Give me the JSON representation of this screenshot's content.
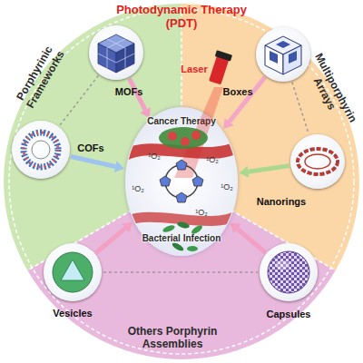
{
  "diagram": {
    "title": "Photodynamic Therapy (PDT)",
    "nodes": [
      {
        "text": [
          "Porphyrinic Frameworks"
        ]
      },
      {
        "text": [
          "MOFs"
        ],
        "in": 0
      },
      {
        "text": [
          "COFs"
        ],
        "in": 0
      },
      {
        "text": [
          "Multiporphyrin Arrays"
        ]
      },
      {
        "text": [
          "Boxes"
        ],
        "in": 3
      },
      {
        "text": [
          "Nanorings"
        ],
        "in": 3
      },
      {
        "text": [
          "Cancer Therapy",
          "Bacterial Infection"
        ]
      },
      {
        "text": [
          "Others Porphyrin Assemblies"
        ]
      },
      {
        "text": [
          "Vesicles"
        ],
        "in": 7
      },
      {
        "text": [
          "Capsules"
        ],
        "in": 7
      }
    ],
    "edges": [
      {
        "from": 1,
        "to": 6,
        "arrow": "to"
      },
      {
        "from": 2,
        "to": 6,
        "arrow": "to"
      },
      {
        "from": 4,
        "to": 6,
        "arrow": "to"
      },
      {
        "from": 5,
        "to": 6,
        "arrow": "to"
      },
      {
        "from": 8,
        "to": 6,
        "arrow": "to"
      },
      {
        "from": 9,
        "to": 6,
        "arrow": "to"
      },
      {
        "from": 1,
        "to": 2,
        "arrow": "none"
      },
      {
        "from": 4,
        "to": 5,
        "arrow": "none"
      },
      {
        "from": 8,
        "to": 9,
        "arrow": "none"
      }
    ],
    "labels": [
      "Laser",
      "¹O₂",
      "¹O₂",
      "¹O₂",
      "¹O₂",
      "¹O₂"
    ]
  }
}
